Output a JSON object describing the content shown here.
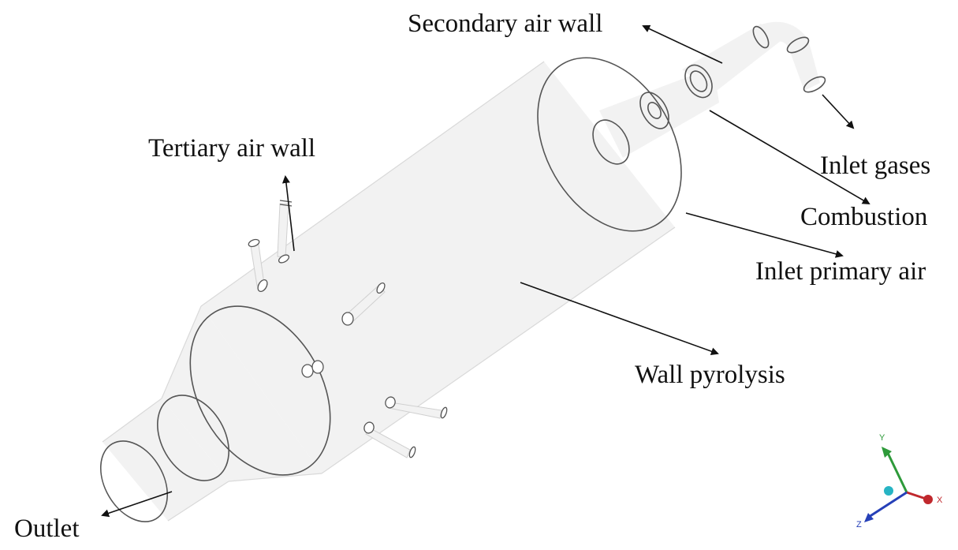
{
  "labels": {
    "secondary_air_wall": "Secondary air wall",
    "inlet_gases": "Inlet gases",
    "tertiary_air_wall": "Tertiary air wall",
    "combustion": "Combustion",
    "inlet_primary_air": "Inlet primary air",
    "wall_pyrolysis": "Wall pyrolysis",
    "outlet": "Outlet"
  },
  "triad": {
    "y": "Y",
    "x": "X",
    "z": "Z",
    "colors": {
      "y": "#2e9a3a",
      "x": "#c0282d",
      "z": "#2640b8",
      "origin": "#27b4c4"
    }
  }
}
